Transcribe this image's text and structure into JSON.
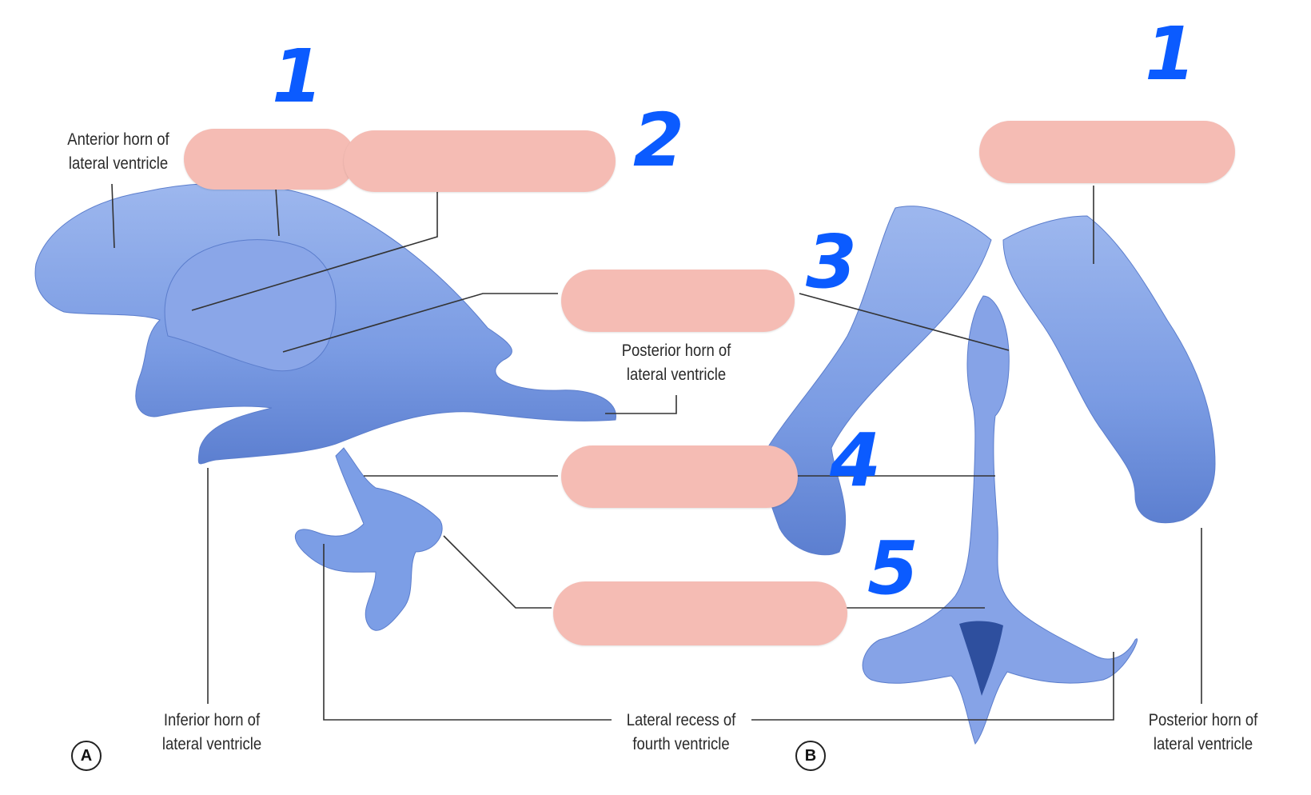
{
  "labels": {
    "anterior_horn": [
      "Anterior horn of",
      "lateral ventricle"
    ],
    "posterior_horn_a": [
      "Posterior horn of",
      "lateral ventricle"
    ],
    "inferior_horn": [
      "Inferior horn of",
      "lateral ventricle"
    ],
    "lateral_recess": [
      "Lateral recess of",
      "fourth ventricle"
    ],
    "posterior_horn_b": [
      "Posterior horn of",
      "lateral ventricle"
    ]
  },
  "panels": {
    "a": "A",
    "b": "B"
  },
  "handwritten_numbers": [
    "1",
    "2",
    "3",
    "4",
    "5",
    "1"
  ],
  "colors": {
    "ventricle": "#7c9ee6",
    "ventricle_shadow": "#4f73c8",
    "blank": "#f5bcb4",
    "handwriting": "#0b5bff",
    "leader": "#333333"
  }
}
